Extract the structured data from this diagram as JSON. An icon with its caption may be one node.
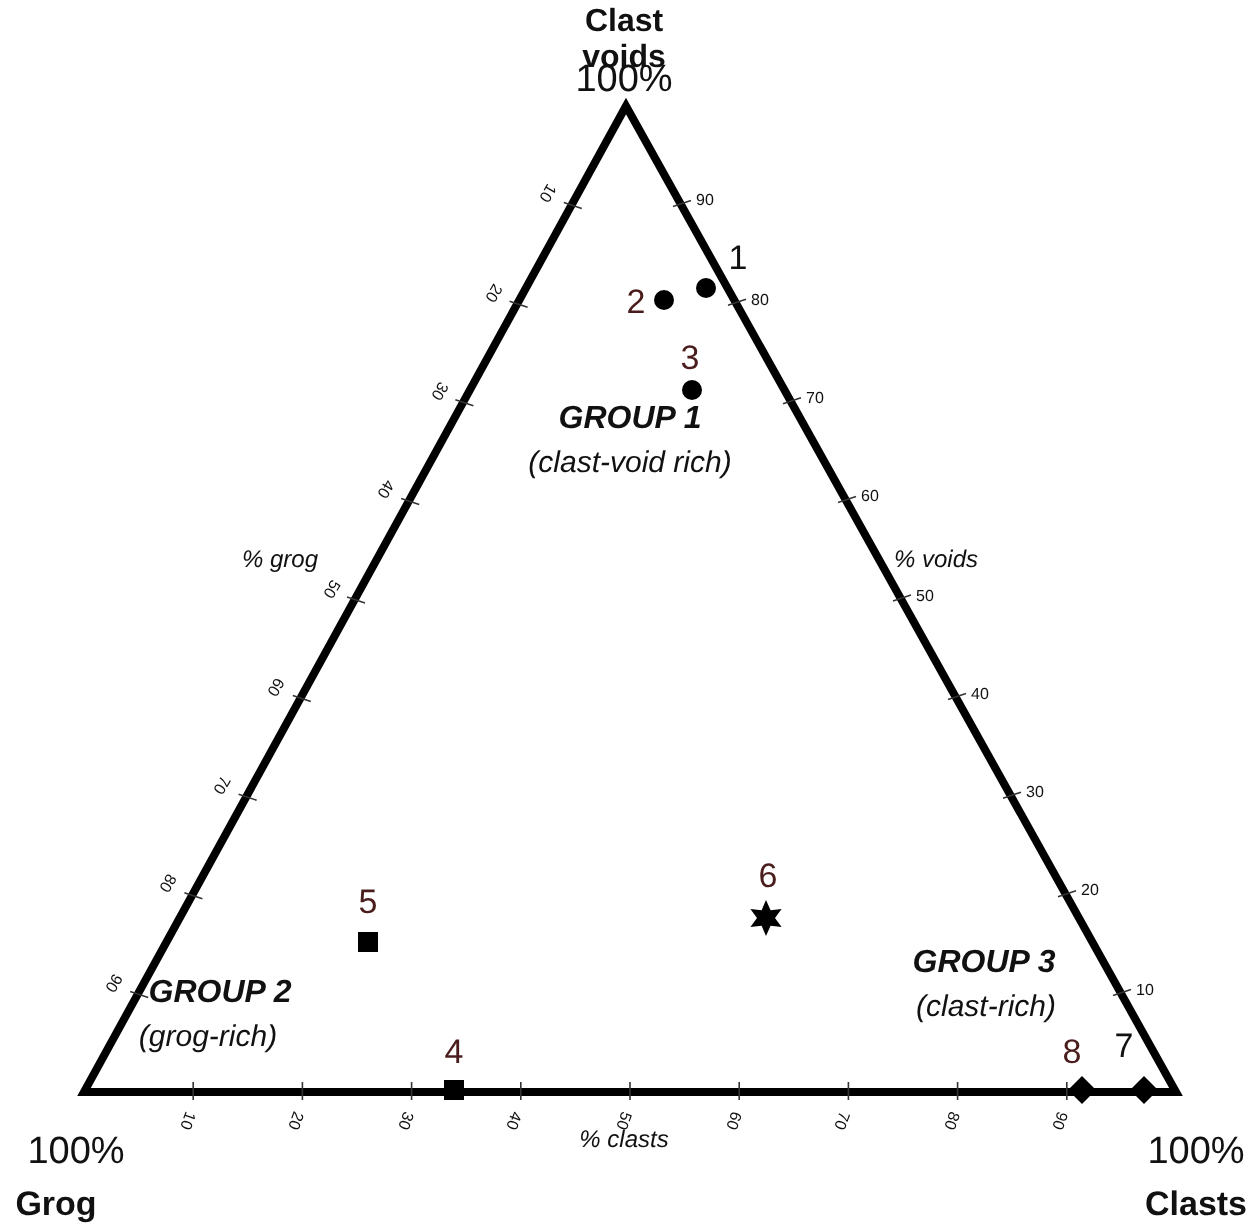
{
  "diagram": {
    "labels": [
      "Clast voids",
      "100%",
      "10",
      "20",
      "30",
      "40",
      "50",
      "60",
      "70",
      "80",
      "90",
      "90",
      "80",
      "70",
      "60",
      "50",
      "40",
      "30",
      "20",
      "10",
      "% grog",
      "% voids",
      "GROUP 1",
      "(clast-void rich)",
      "1",
      "2",
      "3",
      "5",
      "6",
      "GROUP 2",
      "(grog-rich)",
      "GROUP 3",
      "(clast-rich)",
      "4",
      "8",
      "7",
      "10",
      "20",
      "30",
      "40",
      "50",
      "60",
      "70",
      "80",
      "90",
      "% clasts",
      "100%",
      "100%",
      "Grog",
      "Clasts"
    ]
  }
}
